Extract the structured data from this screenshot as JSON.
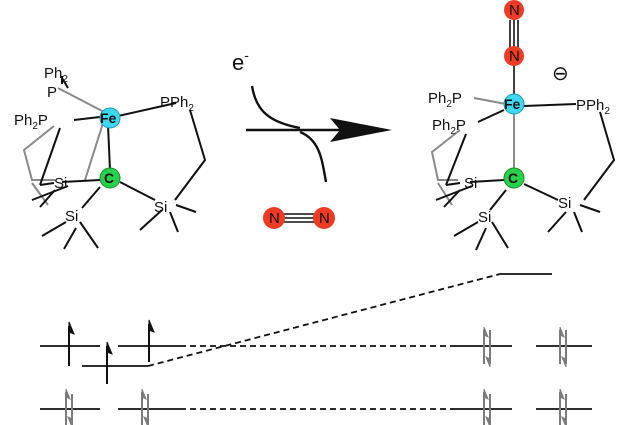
{
  "reaction": {
    "reagent_electron": "e",
    "reagent_electron_sup": "-",
    "anion_charge": "⊖"
  },
  "left_complex": {
    "labels": {
      "ph2_top": "Ph",
      "ph2_top_sub": "2",
      "p_top": "P",
      "ph2p_left": "Ph",
      "ph2p_left_sub": "2",
      "ph2p_left_p": "P",
      "pph2_right": "PPh",
      "pph2_right_sub": "2",
      "fe": "Fe",
      "c": "C",
      "si_left": "Si",
      "si_bottom": "Si",
      "si_right": "Si"
    },
    "colors": {
      "fe": "#3fd6f2",
      "c": "#29d14a"
    }
  },
  "right_complex": {
    "labels": {
      "n_top": "N",
      "n_mid": "N",
      "ph2p_top": "Ph",
      "ph2p_top_sub": "2",
      "ph2p_top_p": "P",
      "ph2p_left": "Ph",
      "ph2p_left_sub": "2",
      "ph2p_left_p": "P",
      "pph2_right": "PPh",
      "pph2_right_sub": "2",
      "fe": "Fe",
      "c": "C",
      "si_left": "Si",
      "si_bottom": "Si",
      "si_right": "Si"
    },
    "colors": {
      "fe": "#3fd6f2",
      "c": "#29d14a",
      "n": "#ef3b24"
    }
  },
  "dinitrogen": {
    "n_left": "N",
    "n_right": "N",
    "color": "#ef3b24"
  },
  "mo_diagram": {
    "left_levels": 5,
    "right_levels": 5
  }
}
